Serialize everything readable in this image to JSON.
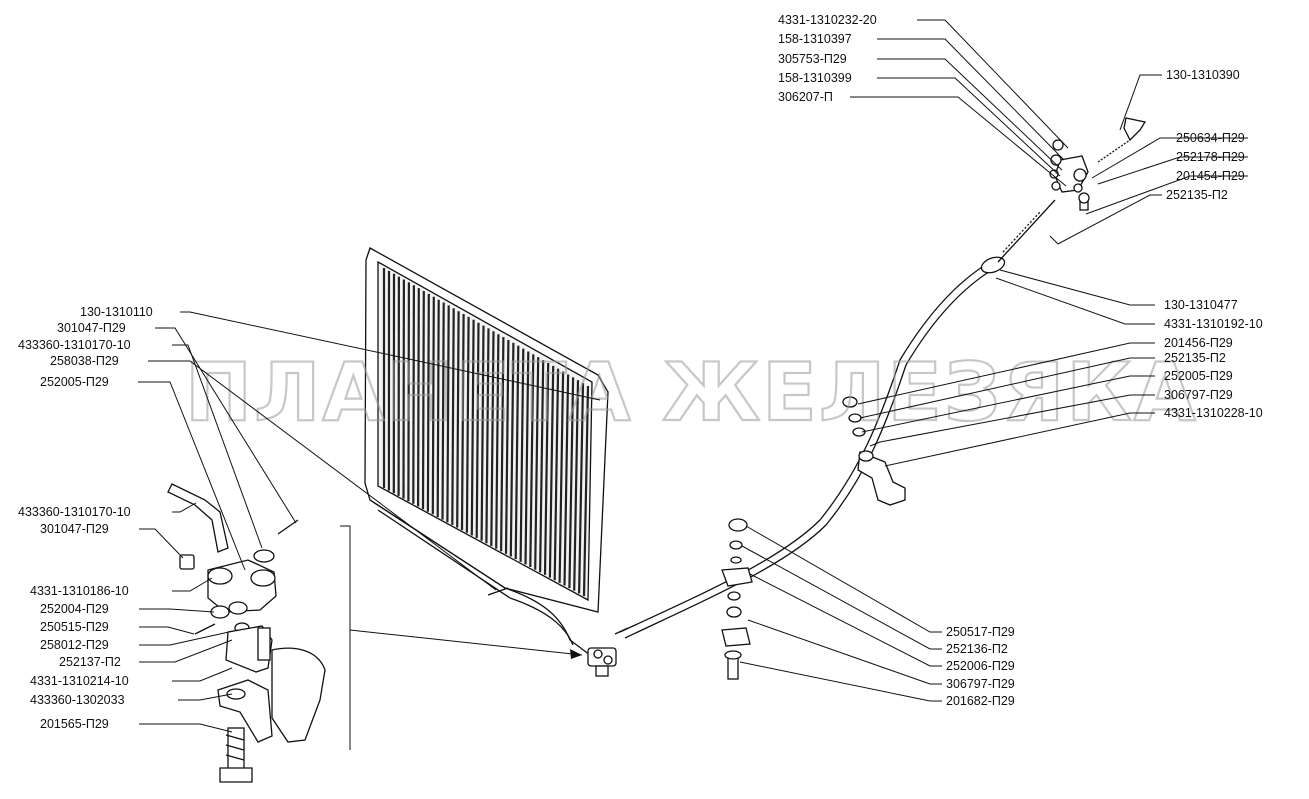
{
  "watermark": "ПЛАНЕТА ЖЕЛЕЗЯКА",
  "labels": {
    "l1": "4331-1310232-20",
    "l2": "158-1310397",
    "l3": "305753-П29",
    "l4": "158-1310399",
    "l5": "306207-П",
    "l6": "130-1310390",
    "l7": "250634-П29",
    "l8": "252178-П29",
    "l9": "201454-П29",
    "l10": "252135-П2",
    "l11": "130-1310477",
    "l12": "4331-1310192-10",
    "l13": "201456-П29",
    "l14": "252135-П2",
    "l15": "252005-П29",
    "l16": "306797-П29",
    "l17": "4331-1310228-10",
    "l18": "130-1310110",
    "l19": "301047-П29",
    "l20": "433360-1310170-10",
    "l21": "258038-П29",
    "l22": "252005-П29",
    "l23": "433360-1310170-10",
    "l24": "301047-П29",
    "l25": "4331-1310186-10",
    "l26": "252004-П29",
    "l27": "250515-П29",
    "l28": "258012-П29",
    "l29": "252137-П2",
    "l30": "4331-1310214-10",
    "l31": "433360-1302033",
    "l32": "201565-П29",
    "l33": "250517-П29",
    "l34": "252136-П2",
    "l35": "252006-П29",
    "l36": "306797-П29",
    "l37": "201682-П29"
  }
}
